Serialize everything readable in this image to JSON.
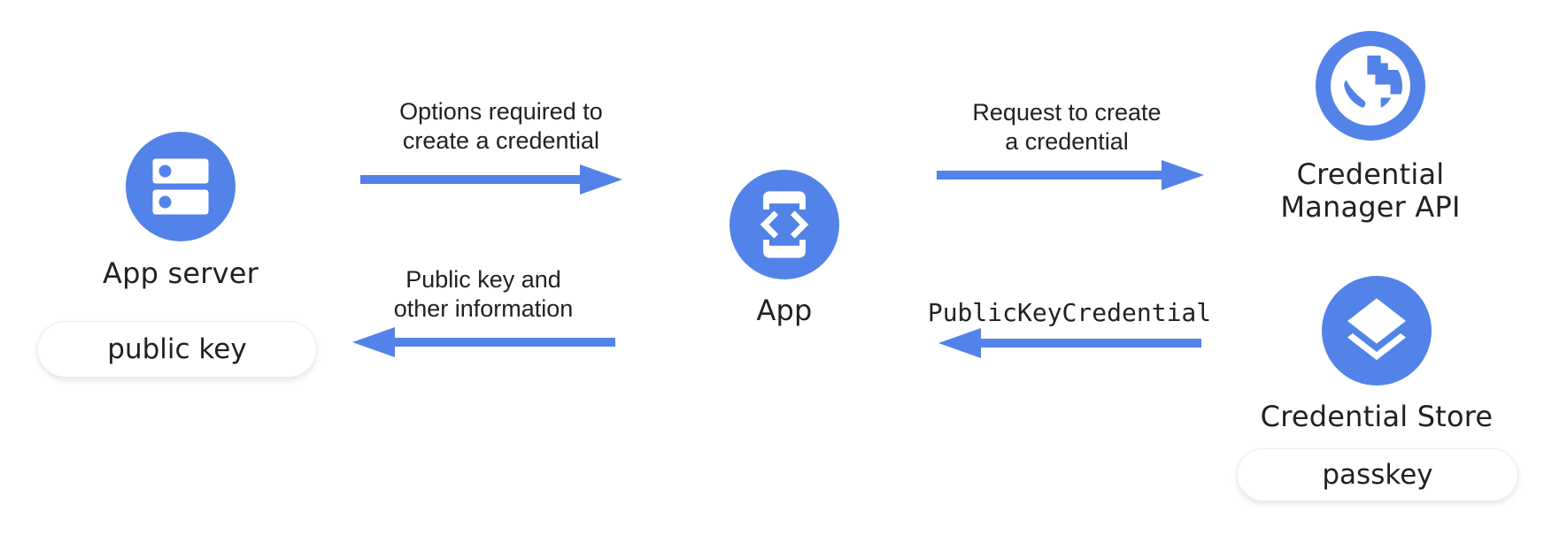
{
  "colors": {
    "accent": "#5383E8",
    "text": "#202124",
    "canvas_background": "#FFFFFF",
    "pill_background": "#FFFFFF",
    "pill_border": "#ECECEC",
    "icon_foreground": "#FFFFFF"
  },
  "nodes": {
    "app_server": {
      "label": "App server",
      "icon": "server-stack-icon",
      "badge": "public key"
    },
    "app": {
      "label": "App",
      "icon": "phone-code-icon"
    },
    "credential_manager": {
      "label_line1": "Credential",
      "label_line2": "Manager API",
      "icon": "globe-icon"
    },
    "credential_store": {
      "label": "Credential Store",
      "icon": "layers-icon",
      "badge": "passkey"
    }
  },
  "arrows": {
    "options": {
      "line1": "Options required to",
      "line2": "create a credential",
      "direction": "right",
      "from": "app_server",
      "to": "app"
    },
    "request": {
      "line1": "Request to create",
      "line2": "a credential",
      "direction": "right",
      "from": "app",
      "to": "credential_manager"
    },
    "public_key_credential": {
      "label": "PublicKeyCredential",
      "direction": "left",
      "from": "credential_store",
      "to": "app"
    },
    "public_key_info": {
      "line1": "Public key and",
      "line2": "other information",
      "direction": "left",
      "from": "app",
      "to": "app_server"
    }
  }
}
